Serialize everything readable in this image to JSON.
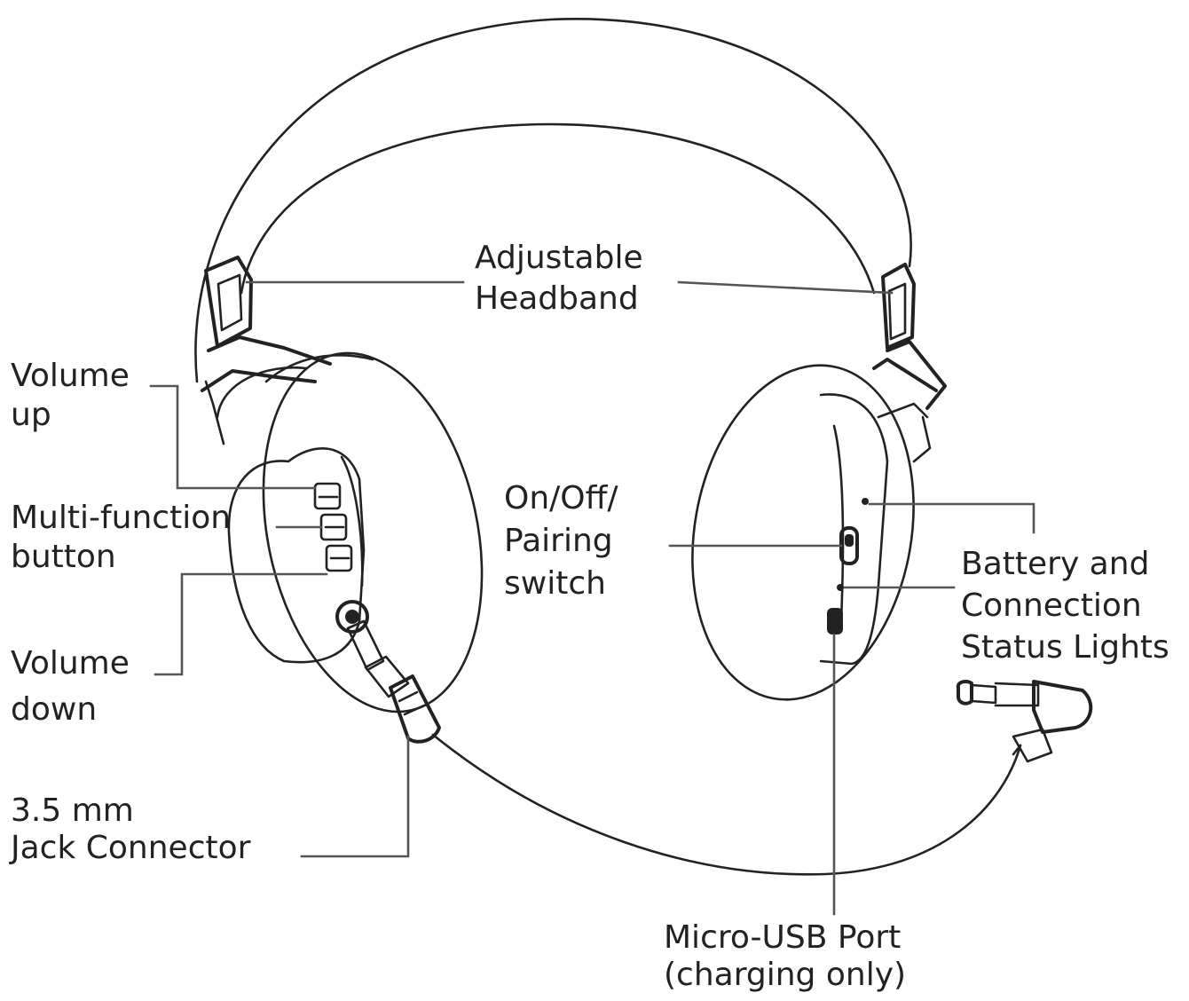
{
  "labels": {
    "headband": [
      "Adjustable",
      "Headband"
    ],
    "volume_up": [
      "Volume",
      "up"
    ],
    "multi_function": [
      "Multi-function",
      "button"
    ],
    "volume_down": [
      "Volume",
      "down"
    ],
    "jack_connector": [
      "3.5 mm",
      "Jack Connector"
    ],
    "power_switch": [
      "On/Off/",
      "Pairing",
      "switch"
    ],
    "status_lights": [
      "Battery and",
      "Connection",
      "Status Lights"
    ],
    "usb_port": [
      "Micro-USB Port",
      "(charging only)"
    ]
  }
}
